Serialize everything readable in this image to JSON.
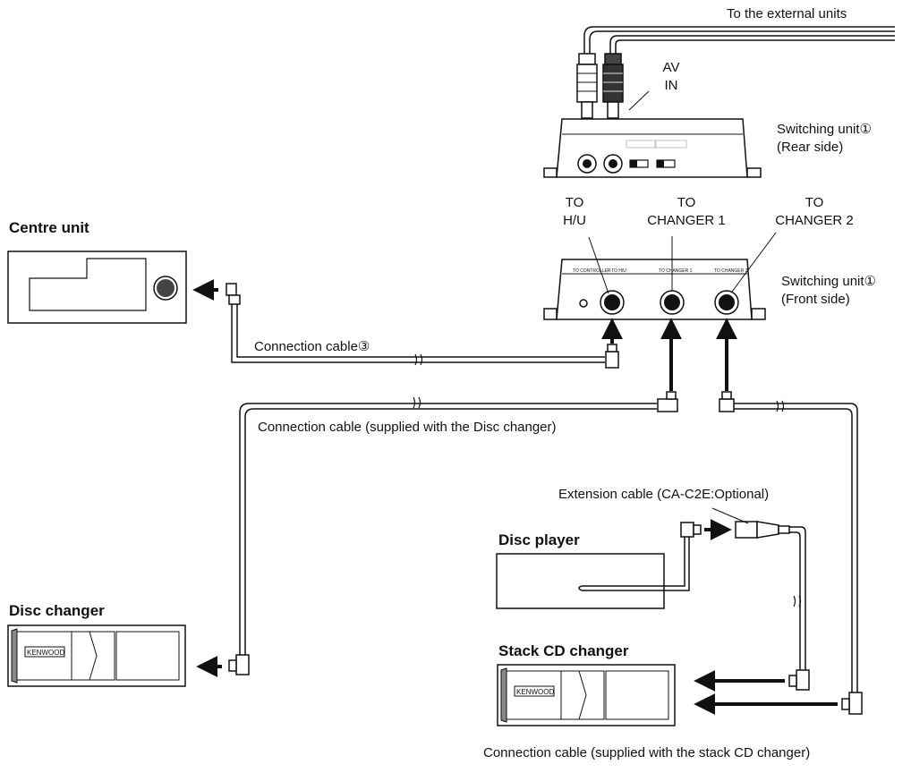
{
  "labels": {
    "to_external": "To the external units",
    "av": "AV",
    "in": "IN",
    "sw_rear_1": "Switching unit①",
    "sw_rear_2": "(Rear side)",
    "sw_front_1": "Switching unit①",
    "sw_front_2": "(Front side)",
    "to_hu_1": "TO",
    "to_hu_2": "H/U",
    "to_ch1_1": "TO",
    "to_ch1_2": "CHANGER 1",
    "to_ch2_1": "TO",
    "to_ch2_2": "CHANGER 2",
    "centre_unit": "Centre unit",
    "cable_3": "Connection cable③",
    "cable_disc": "Connection cable (supplied with the Disc changer)",
    "ext_cable": "Extension cable (CA-C2E:Optional)",
    "disc_player": "Disc player",
    "disc_changer": "Disc changer",
    "stack_changer": "Stack CD changer",
    "cable_stack": "Connection cable (supplied with the stack CD changer)"
  },
  "panel_text": {
    "to_controller": "TO CONTROLLER",
    "to_hu": "TO H/U",
    "to_changer1": "TO CHANGER 1",
    "to_changer2": "TO CHANGER 2",
    "kenwood": "KENWOOD"
  }
}
